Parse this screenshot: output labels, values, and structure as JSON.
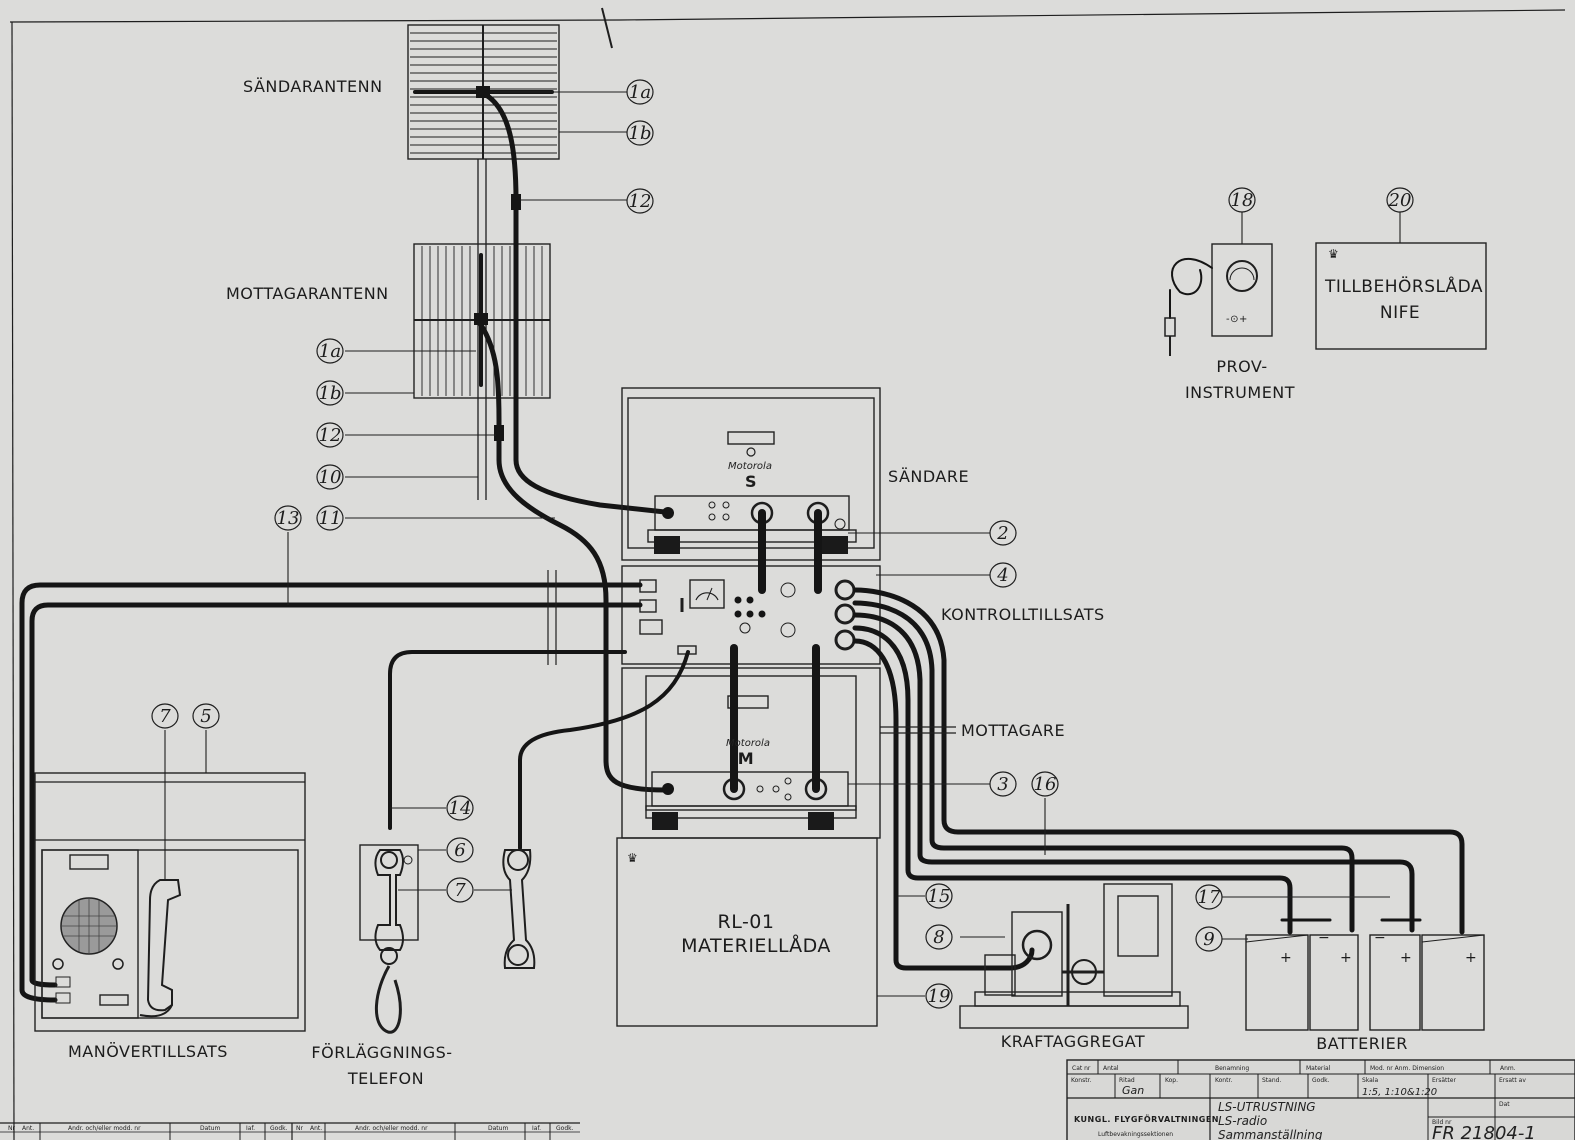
{
  "labels": {
    "sandarantenn": "SÄNDARANTENN",
    "mottagarantenn": "MOTTAGARANTENN",
    "sandare": "SÄNDARE",
    "kontrolltillsats": "KONTROLLTILLSATS",
    "mottagare": "MOTTAGARE",
    "prov_line1": "PROV-",
    "prov_line2": "INSTRUMENT",
    "tillbehor_line1": "TILLBEHÖRSLÅDA",
    "tillbehor_line2": "NIFE",
    "materiel_line1": "RL-01",
    "materiel_line2": "MATERIELLÅDA",
    "manover": "MANÖVERTILLSATS",
    "forlaggning_line1": "FÖRLÄGGNINGS-",
    "forlaggning_line2": "TELEFON",
    "kraftaggregat": "KRAFTAGGREGAT",
    "batterier": "BATTERIER",
    "motorola": "Motorola",
    "unit_s": "S",
    "unit_m": "M"
  },
  "callouts": [
    "1a",
    "1b",
    "12",
    "1a",
    "1b",
    "12",
    "10",
    "11",
    "13",
    "2",
    "4",
    "3",
    "16",
    "7",
    "5",
    "14",
    "6",
    "7",
    "15",
    "8",
    "19",
    "17",
    "9",
    "18",
    "20"
  ],
  "title_block": {
    "org": "KUNGL. FLYGFÖRVALTNINGEN",
    "title_line1": "LS-UTRUSTNING",
    "title_line2": "LS-radio",
    "title_line3": "Sammanställning",
    "drawing_no": "FR 21804-1",
    "scale": "1:5, 1:10&1:20",
    "drawn_by": "Gan",
    "h_cat": "Cat nr",
    "h_antal": "Antal",
    "h_benamning": "Benamning",
    "h_material": "Material",
    "h_modell": "Mod. nr Anm. Dimension",
    "h_anm": "Anm.",
    "h_konstr": "Konstr.",
    "h_ritad": "Ritad",
    "h_kop": "Kop.",
    "h_kontr": "Kontr.",
    "h_stand": "Stand.",
    "h_godk": "Godk.",
    "h_skala": "Skala",
    "h_ersatter": "Ersätter",
    "h_ersatt": "Ersatt av",
    "h_dat": "Dat",
    "h_bild": "Bild nr",
    "sub": "Luftbevakningssektionen"
  },
  "revision_block": {
    "h_nr": "Nr",
    "h_ant": "Ant.",
    "h_andr": "Andr. och/eller modd. nr",
    "h_datum": "Datum",
    "h_iaf": "Iaf.",
    "h_godk": "Godk."
  }
}
